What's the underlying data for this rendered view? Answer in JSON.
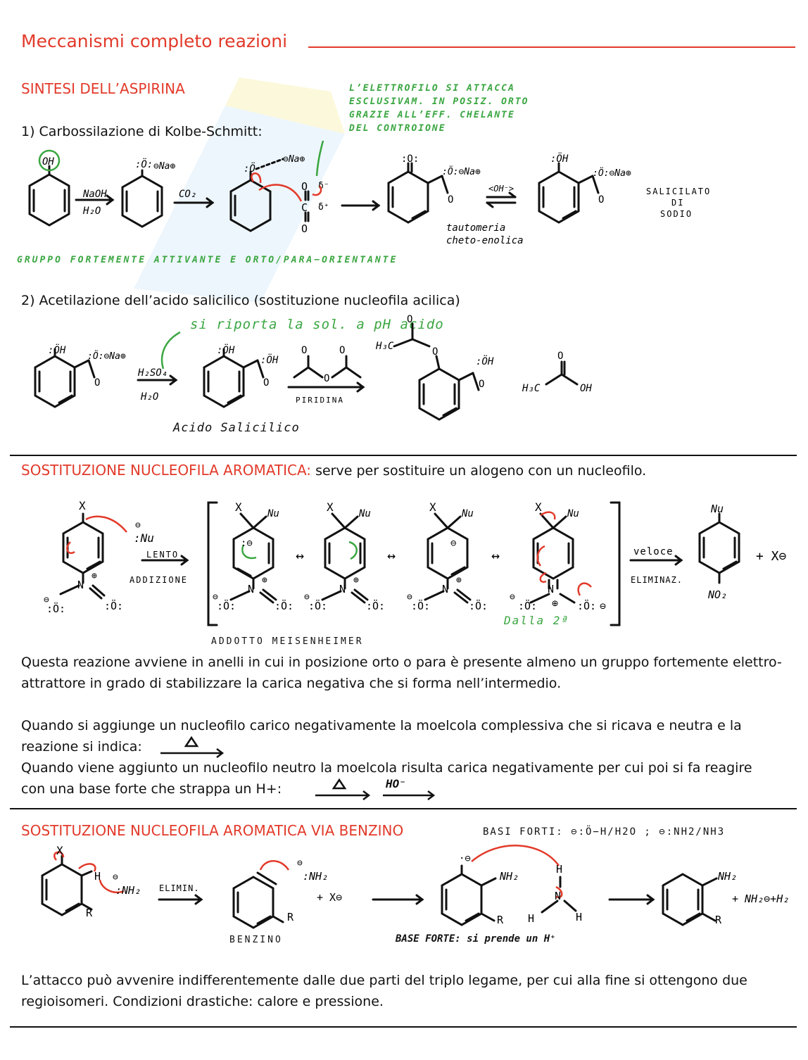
{
  "title": "Meccanismi completo reazioni",
  "aspirin": {
    "heading": "SINTESI DELL’ASPIRINA",
    "step1": "1) Carbossilazione di Kolbe-Schmitt:",
    "note_ortho": [
      "L’ELETTROFILO SI ATTACCA",
      "ESCLUSIVAM. IN POSIZ. ORTO",
      "GRAZIE ALL’EFF. CHELANTE",
      "DEL CONTROIONE"
    ],
    "oh_label": "OH",
    "naoh": "NaOH",
    "h2o": "H2O",
    "co2": "CO2",
    "coh": "<OH⁻>",
    "tautomeria": "tautomeria",
    "cheto_enolica": "cheto-enolica",
    "salicilato": [
      "SALICILATO",
      "DI",
      "SODIO"
    ],
    "gruppo_note": "GRUPPO FORTEMENTE ATTIVANTE E ORTO/PARA−ORIENTANTE",
    "step2": "2) Acetilazione dell’acido salicilico (sostituzione nucleofila acilica)",
    "riporta_note": "si riporta la sol. a pH acido",
    "h2so4": "H2SO4",
    "piridina": "PIRIDINA",
    "acido_salicilico": "Acido Salicilico",
    "h3c": "H3C",
    "oh": "OH"
  },
  "snar": {
    "heading": "SOSTITUZIONE NUCLEOFILA AROMATICA:",
    "heading_rest": " serve per sostituire un alogeno con un nucleofilo.",
    "lento": "LENTO",
    "addizione": "ADDIZIONE",
    "veloce": "veloce",
    "eliminaz": "ELIMINAZ.",
    "nu": "Nu",
    "no2": "NO2",
    "x_minus": "+ X⊖",
    "dalla": "Dalla 2ª",
    "addotto": "ADDOTTO MEISENHEIMER",
    "para1": "Questa reazione avviene in anelli in cui in posizione orto o para è presente almeno un gruppo fortemente elettro-attrattore in grado di stabilizzare la carica negativa che si forma nell’intermedio.",
    "para2_a": "Quando si aggiunge un nucleofilo carico negativamente la moelcola complessiva che si ricava e neutra e la",
    "para2_b": "reazione si indica:",
    "para3_a": "Quando viene aggiunto un nucleofilo neutro la moelcola risulta carica negativamente per cui poi si fa reagire",
    "para3_b": "con una base forte che strappa un H+:",
    "ho_minus": "HO⁻"
  },
  "benzyne": {
    "heading": "SOSTITUZIONE NUCLEOFILA AROMATICA VIA BENZINO",
    "basi_forti": "BASI FORTI: ⊖:Ö−H/H2O ; ⊖:NH2/NH3",
    "elimin": "ELIMIN.",
    "nh2": "NH2",
    "benzino": "BENZINO",
    "base_forte": "BASE FORTE: si prende un H⁺",
    "products": "+ NH2⊖ + H2",
    "para1": "L’attacco può avvenire indifferentemente dalle due parti del triplo legame, per cui alla fine si ottengono due regioisomeri. Condizioni drastiche: calore e pressione."
  },
  "colors": {
    "red": "#e23a2a",
    "green": "#3aa641",
    "ink": "#111111",
    "watermark": "#4aa3df"
  }
}
